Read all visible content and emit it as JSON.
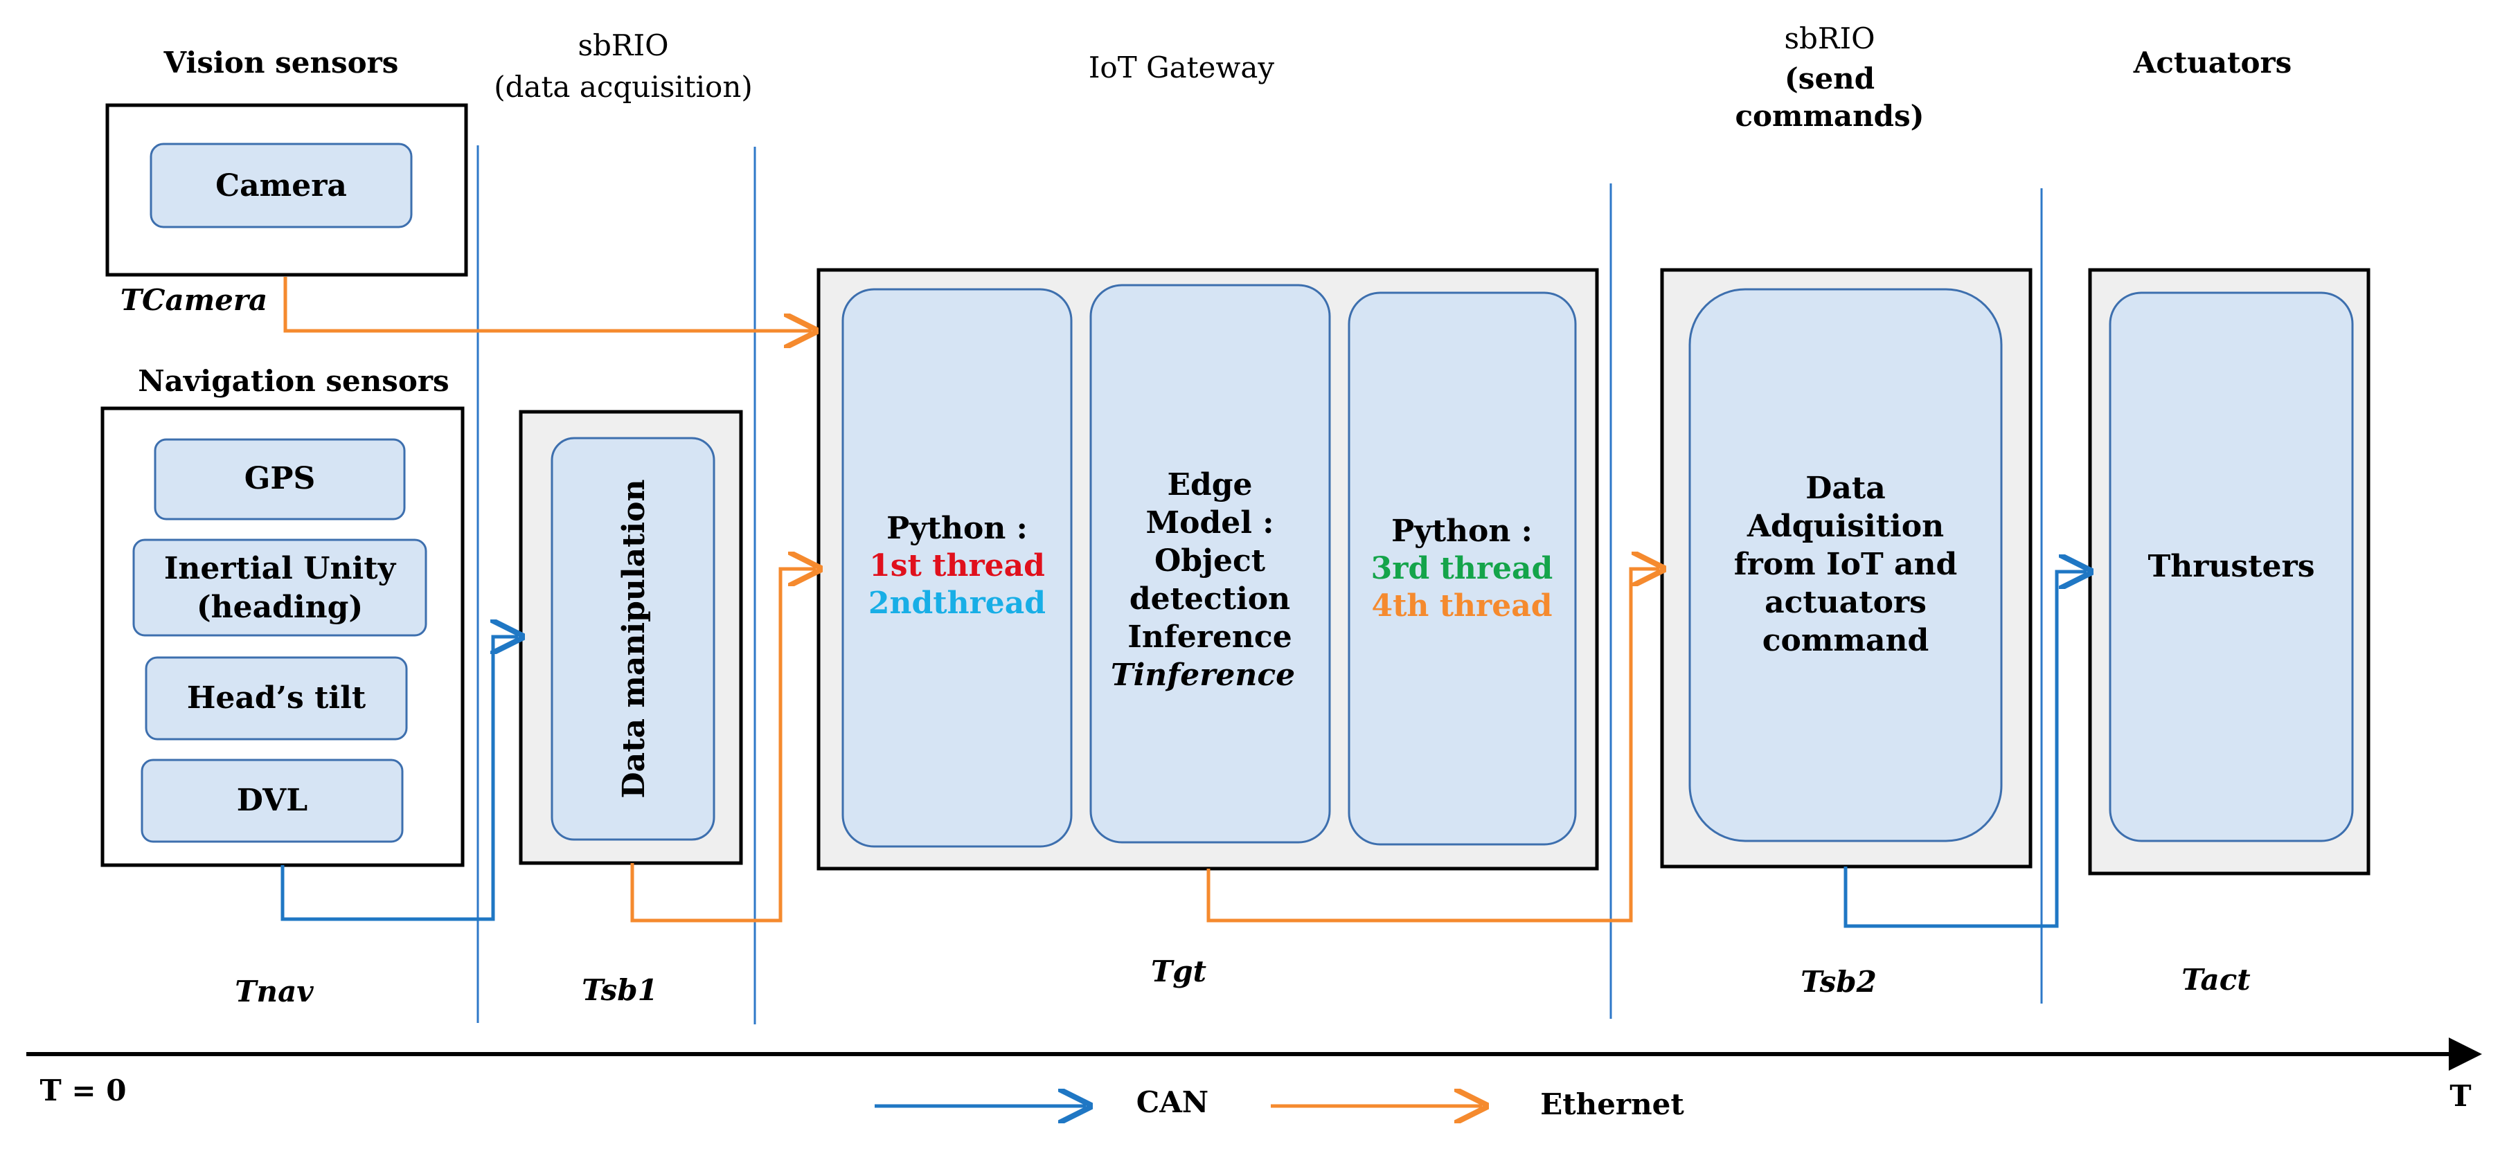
{
  "columns": {
    "vision_sensors": "Vision sensors",
    "navigation_sensors": "Navigation sensors",
    "sbrio_acq_line1": "sbRIO",
    "sbrio_acq_line2": "(data  acquisition)",
    "iot_gateway": "IoT Gateway",
    "sbrio_cmd_line1": "sbRIO",
    "sbrio_cmd_line2": "(send",
    "sbrio_cmd_line3": "commands)",
    "actuators": "Actuators"
  },
  "components": {
    "camera": "Camera",
    "gps": "GPS",
    "inertial_line1": "Inertial Unity",
    "inertial_line2": "(heading)",
    "heads_tilt": "Head’s tilt",
    "dvl": "DVL",
    "data_manipulation": "Data manipulation",
    "python_left_title": "Python :",
    "thread1": "1st thread",
    "thread2": "2ndthread",
    "edge_line1": "Edge",
    "edge_line2": "Model :",
    "edge_line3": "Object",
    "edge_line4": "detection",
    "edge_line5": "Inference",
    "edge_line6": "Tinference",
    "python_right_title": "Python :",
    "thread3": "3rd thread",
    "thread4": "4th thread",
    "daq_line1": "Data",
    "daq_line2": "Adquisition",
    "daq_line3": "from IoT and",
    "daq_line4": "actuators",
    "daq_line5": "command",
    "thrusters": "Thrusters"
  },
  "timings": {
    "tcamera": "TCamera",
    "tnav": "Tnav",
    "tsb1": "Tsb1",
    "tgt": "Tgt",
    "tsb2": "Tsb2",
    "tact": "Tact"
  },
  "axis": {
    "start": "T = 0",
    "end": "T"
  },
  "legend": {
    "can": "CAN",
    "ethernet": "Ethernet"
  },
  "colors": {
    "can": "#1f77c4",
    "ethernet": "#f58a2e",
    "thread1": "#e0101c",
    "thread2": "#18aee6",
    "thread3": "#14a44a",
    "thread4": "#f58a2e",
    "pill_fill": "#d6e4f4",
    "pill_stroke": "#3d6fae"
  }
}
